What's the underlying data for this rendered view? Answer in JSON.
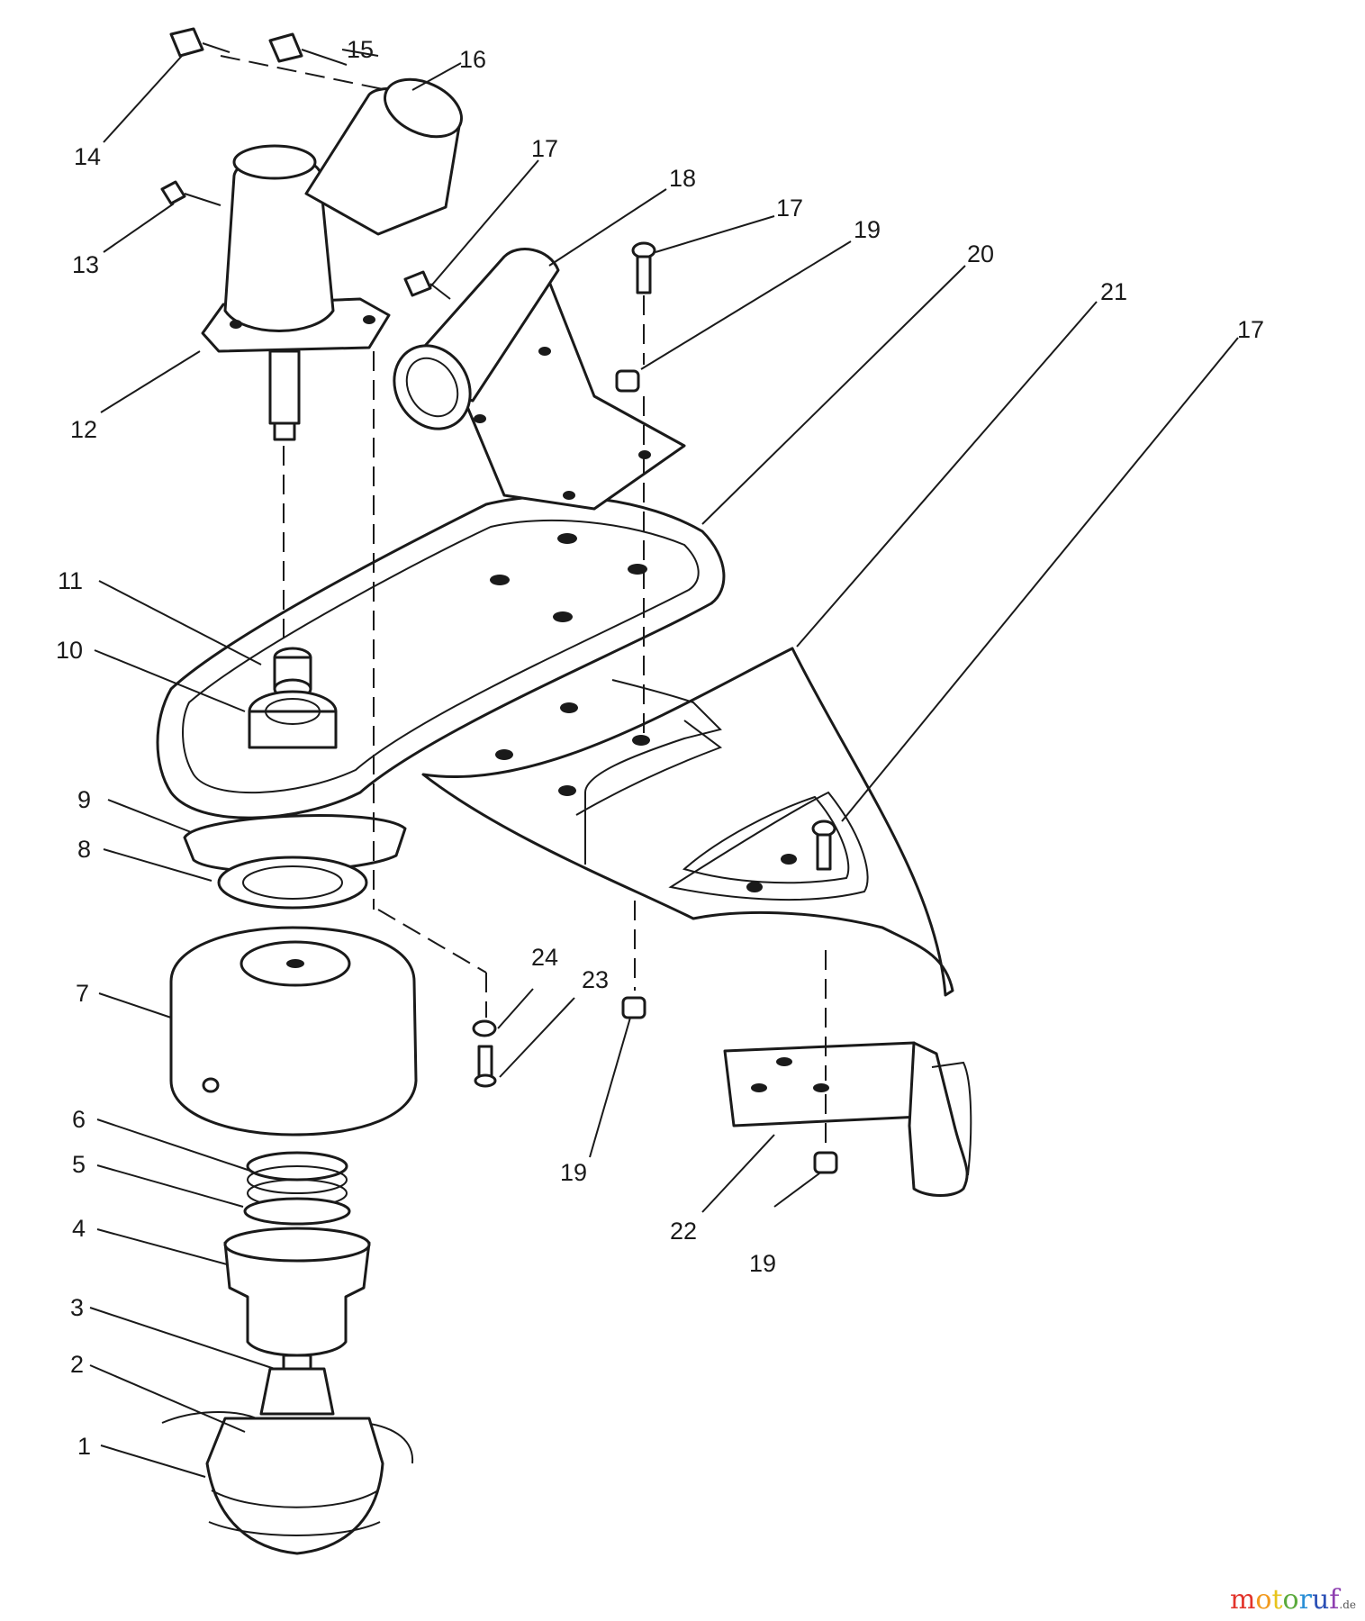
{
  "diagram": {
    "callouts": [
      {
        "id": "c1",
        "text": "1"
      },
      {
        "id": "c2",
        "text": "2"
      },
      {
        "id": "c3",
        "text": "3"
      },
      {
        "id": "c4",
        "text": "4"
      },
      {
        "id": "c5",
        "text": "5"
      },
      {
        "id": "c6",
        "text": "6"
      },
      {
        "id": "c7",
        "text": "7"
      },
      {
        "id": "c8",
        "text": "8"
      },
      {
        "id": "c9",
        "text": "9"
      },
      {
        "id": "c10",
        "text": "10"
      },
      {
        "id": "c11",
        "text": "11"
      },
      {
        "id": "c12",
        "text": "12"
      },
      {
        "id": "c13",
        "text": "13"
      },
      {
        "id": "c14",
        "text": "14"
      },
      {
        "id": "c15",
        "text": "15"
      },
      {
        "id": "c16",
        "text": "16"
      },
      {
        "id": "c17a",
        "text": "17"
      },
      {
        "id": "c17b",
        "text": "17"
      },
      {
        "id": "c17c",
        "text": "17"
      },
      {
        "id": "c18",
        "text": "18"
      },
      {
        "id": "c19a",
        "text": "19"
      },
      {
        "id": "c19b",
        "text": "19"
      },
      {
        "id": "c19c",
        "text": "19"
      },
      {
        "id": "c20",
        "text": "20"
      },
      {
        "id": "c21",
        "text": "21"
      },
      {
        "id": "c22",
        "text": "22"
      },
      {
        "id": "c23",
        "text": "23"
      },
      {
        "id": "c24",
        "text": "24"
      }
    ]
  },
  "watermark": {
    "letters": [
      {
        "ch": "m",
        "color": "#e2342b"
      },
      {
        "ch": "o",
        "color": "#f29a1f"
      },
      {
        "ch": "t",
        "color": "#e8c41c"
      },
      {
        "ch": "o",
        "color": "#5aaa3c"
      },
      {
        "ch": "r",
        "color": "#2a8fd6"
      },
      {
        "ch": "u",
        "color": "#2a4fb5"
      },
      {
        "ch": "f",
        "color": "#8e3fb0"
      }
    ],
    "tld": ".de"
  }
}
